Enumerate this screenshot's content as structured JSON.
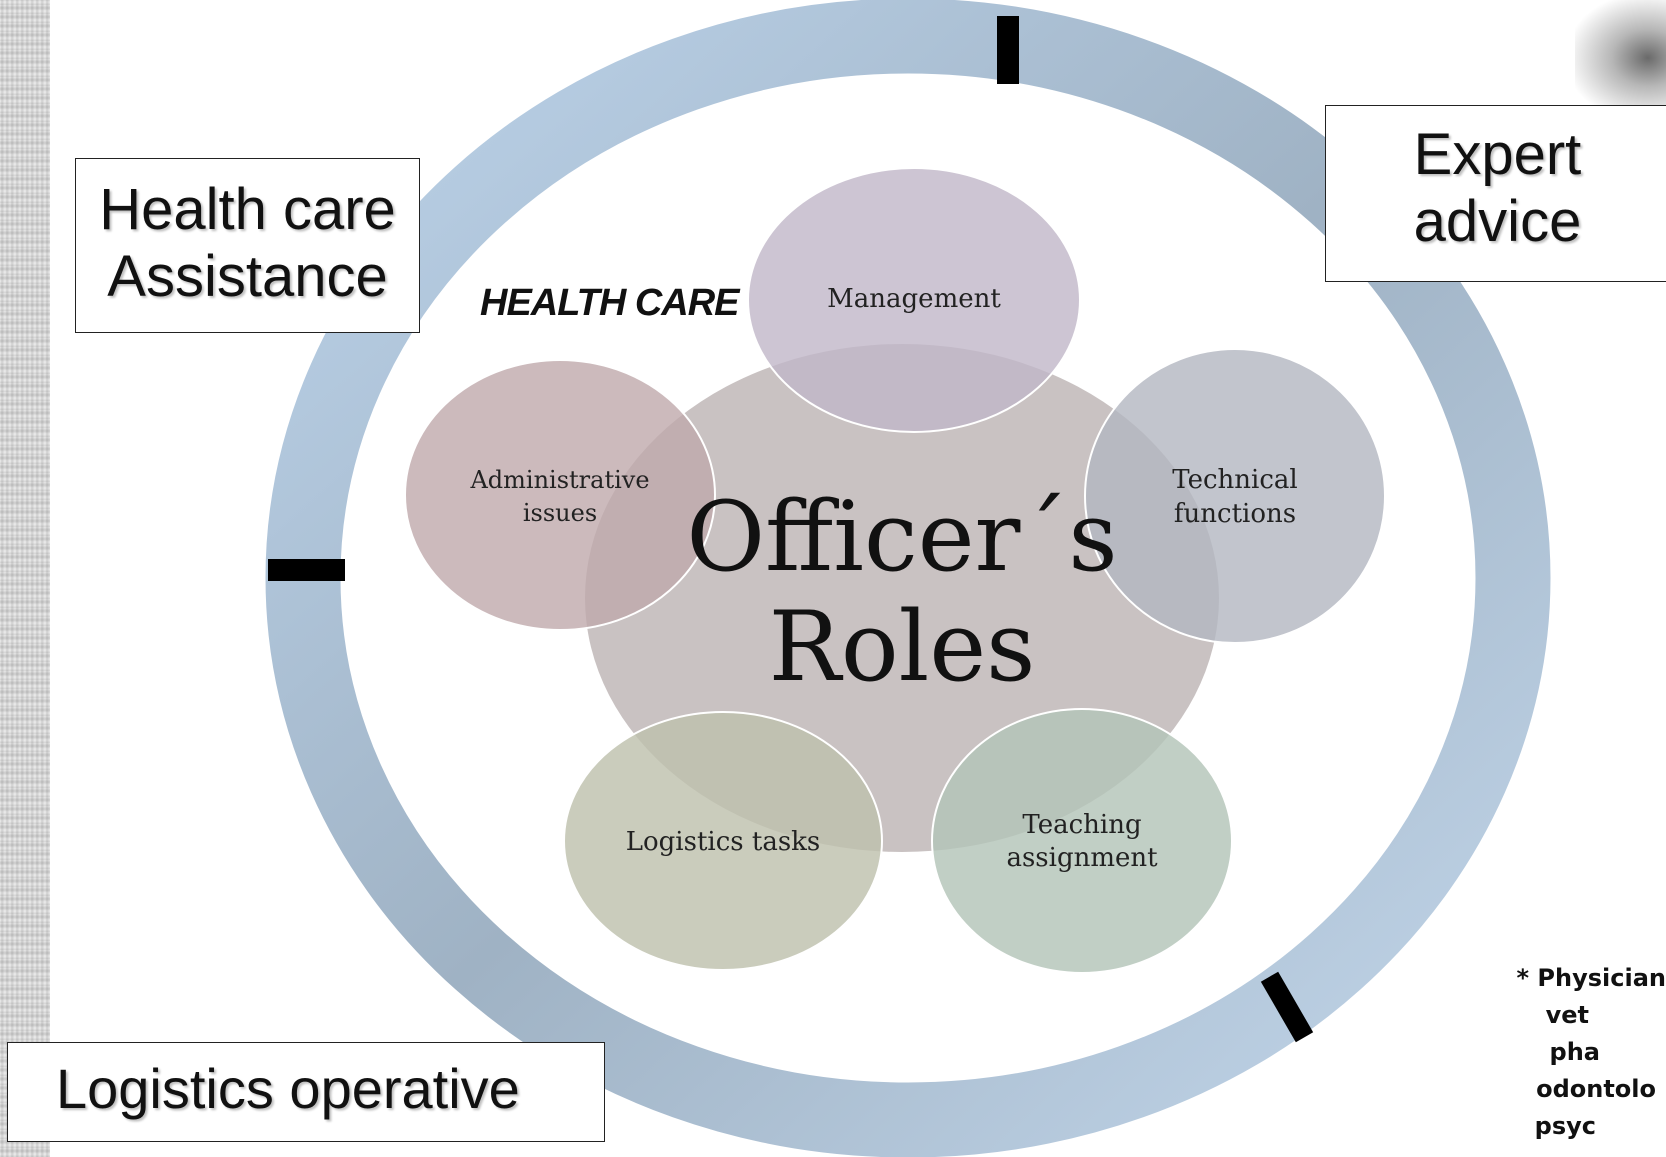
{
  "boxes": {
    "health_care_assistance": "Health care Assistance",
    "expert_advice": "Expert advice",
    "logistics_operative": "Logistics operative"
  },
  "health_care_tag": "HEALTH CARE",
  "center": {
    "line1": "Officer´s",
    "line2": "Roles"
  },
  "roles": {
    "management": [
      "Management"
    ],
    "technical": [
      "Technical",
      "functions"
    ],
    "teaching": [
      "Teaching",
      "assignment"
    ],
    "logistics": [
      "Logistics tasks"
    ],
    "administrative": [
      "Administrative",
      "issues"
    ]
  },
  "footnote": [
    "* Physician",
    "vet",
    "pha",
    "odontolo",
    "psyc"
  ],
  "colors": {
    "ring": "#b9cce0",
    "center": "#c6bfbf",
    "management": "#c1b7c8",
    "technical": "#b3b7c0",
    "teaching": "#b3c5b8",
    "logistics": "#bec1ad",
    "administrative": "#bfa9ab"
  }
}
